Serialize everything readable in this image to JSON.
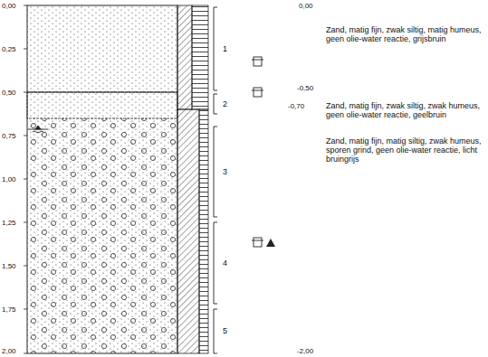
{
  "diagram": {
    "labels": [
      "0,00",
      "0,25",
      "0,50",
      "0,75",
      "1,00",
      "1,25",
      "1,50",
      "1,75",
      "2,00",
      "1",
      "2",
      "3",
      "4",
      "5",
      "0,00",
      "-0,50",
      "-0,70",
      "-2,00",
      "Zand, matig fijn, zwak siltig, matig humeus, geen olie-water reactie, grijsbruin",
      "Zand, matig fijn, zwak siltig, zwak humeus, geen olie-water reactie, geelbruin",
      "Zand, matig fijn, matig siltig, zwak humeus, sporen grind, geen olie-water reactie, licht bruingrijs"
    ]
  }
}
